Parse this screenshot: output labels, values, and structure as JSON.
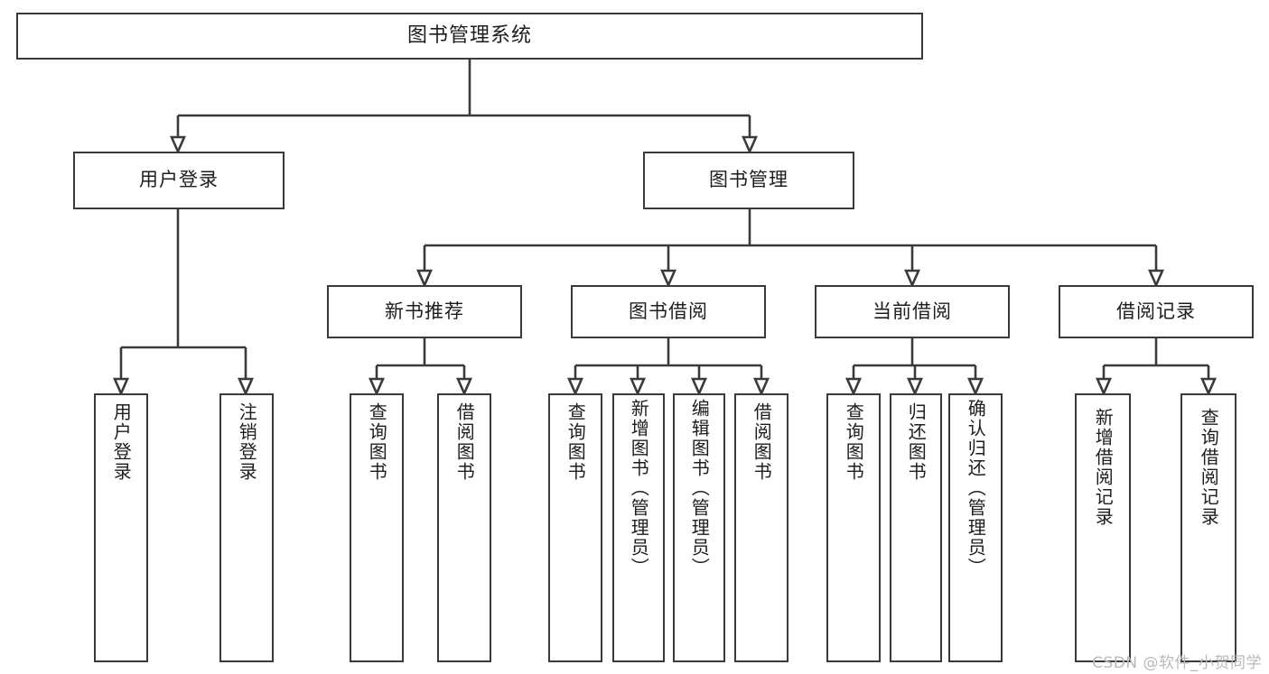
{
  "diagram": {
    "type": "tree",
    "title": "图书管理系统",
    "root": {
      "label": "图书管理系统"
    },
    "level2": [
      {
        "label": "用户登录"
      },
      {
        "label": "图书管理"
      }
    ],
    "level3": [
      {
        "label": "新书推荐"
      },
      {
        "label": "图书借阅"
      },
      {
        "label": "当前借阅"
      },
      {
        "label": "借阅记录"
      }
    ],
    "leaves": {
      "user_login": [
        {
          "label": "用户登录"
        },
        {
          "label": "注销登录"
        }
      ],
      "new_book_recommend": [
        {
          "label": "查询图书"
        },
        {
          "label": "借阅图书"
        }
      ],
      "book_borrow": [
        {
          "label": "查询图书"
        },
        {
          "label": "新增图书（管理员）"
        },
        {
          "label": "编辑图书（管理员）"
        },
        {
          "label": "借阅图书"
        }
      ],
      "current_borrow": [
        {
          "label": "查询图书"
        },
        {
          "label": "归还图书"
        },
        {
          "label": "确认归还（管理员）"
        }
      ],
      "borrow_record": [
        {
          "label": "新增借阅记录"
        },
        {
          "label": "查询借阅记录"
        }
      ]
    }
  },
  "watermark": {
    "text": "CSDN @软件_小贺同学"
  },
  "colors": {
    "stroke": "#3a3a3a",
    "text": "#1d1d1d",
    "background": "#ffffff",
    "watermark": "#b9b9b9"
  }
}
